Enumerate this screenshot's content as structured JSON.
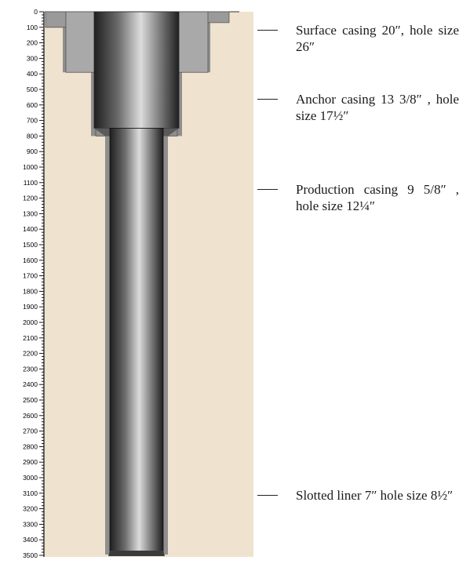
{
  "depth_axis": {
    "min": 0,
    "max": 3500,
    "major_step": 100,
    "minor_step": 20,
    "tick_labels": [
      "0",
      "100",
      "200",
      "300",
      "400",
      "500",
      "600",
      "700",
      "800",
      "900",
      "1000",
      "1100",
      "1200",
      "1300",
      "1400",
      "1500",
      "1600",
      "1700",
      "1800",
      "1900",
      "2000",
      "2100",
      "2200",
      "2300",
      "2400",
      "2500",
      "2600",
      "2700",
      "2800",
      "2900",
      "3000",
      "3100",
      "3200",
      "3300",
      "3400",
      "3500"
    ]
  },
  "colors": {
    "formation": "#efe2cf",
    "cement": "#8a8a8a",
    "casing": "#a9a9a9",
    "tube_dark": "#1f1f1f",
    "tube_light": "#dcdcdc"
  },
  "strings": [
    {
      "id": "surface",
      "casing_in": 20,
      "hole_in": 26,
      "top_depth": 0,
      "shoe_depth": 390
    },
    {
      "id": "anchor",
      "casing_in": 13.375,
      "hole_in": 17.5,
      "top_depth": 0,
      "shoe_depth": 800
    },
    {
      "id": "production",
      "casing_in": 9.625,
      "hole_in": 12.25,
      "top_depth": 0,
      "shoe_depth": 750
    },
    {
      "id": "liner",
      "casing_in": 7,
      "hole_in": 8.5,
      "top_depth": 750,
      "shoe_depth": 3500
    }
  ],
  "labels": [
    {
      "id": "surface",
      "text": "Surface casing 20″, hole size 26″",
      "depth": 200
    },
    {
      "id": "anchor",
      "text": "Anchor casing 13 3/8″ , hole size 17½″",
      "depth": 620
    },
    {
      "id": "production",
      "text": "Production casing 9 5/8″ , hole size 12¼″",
      "depth": 1150
    },
    {
      "id": "liner",
      "text": "Slotted liner 7″ hole size 8½″",
      "depth": 3050
    }
  ]
}
